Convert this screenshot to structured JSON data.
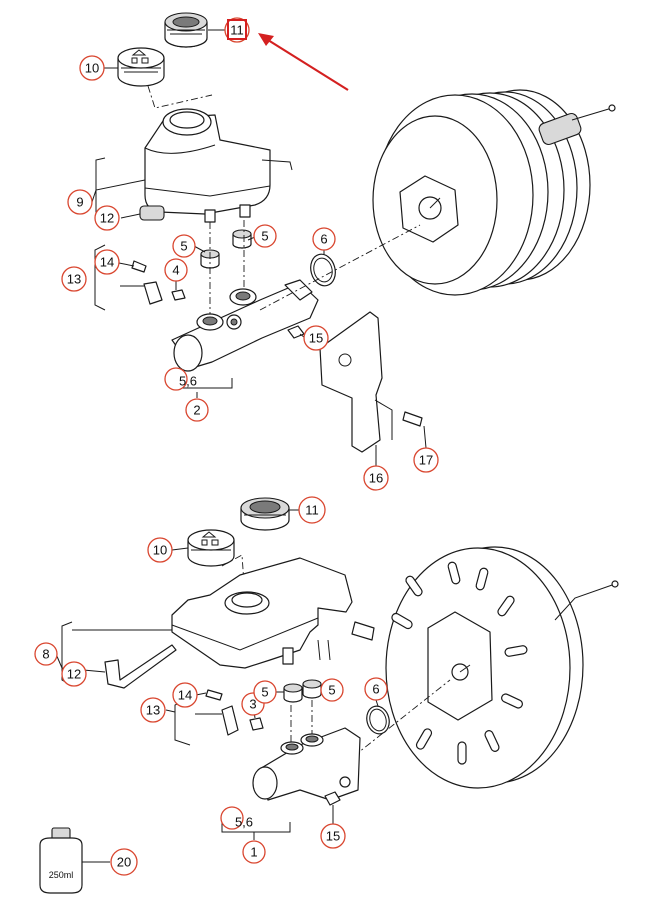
{
  "colors": {
    "callout_ring": "#d9462f",
    "highlight_box": "#d42020",
    "arrow": "#d42020",
    "line_art": "#1a1a1a"
  },
  "top_assembly": {
    "callouts": {
      "c11": "11",
      "c10": "10",
      "c9": "9",
      "c12": "12",
      "c5a": "5",
      "c5b": "5",
      "c6": "6",
      "c14": "14",
      "c13": "13",
      "c4": "4",
      "c15": "15",
      "c56": "5,6",
      "c2": "2",
      "c17": "17",
      "c16": "16"
    }
  },
  "bottom_assembly": {
    "callouts": {
      "c11": "11",
      "c10": "10",
      "c8": "8",
      "c12": "12",
      "c14": "14",
      "c13": "13",
      "c3": "3",
      "c5a": "5",
      "c5b": "5",
      "c6": "6",
      "c56": "5,6",
      "c1": "1",
      "c15": "15",
      "c20": "20"
    },
    "bottle_label": "250ml"
  }
}
